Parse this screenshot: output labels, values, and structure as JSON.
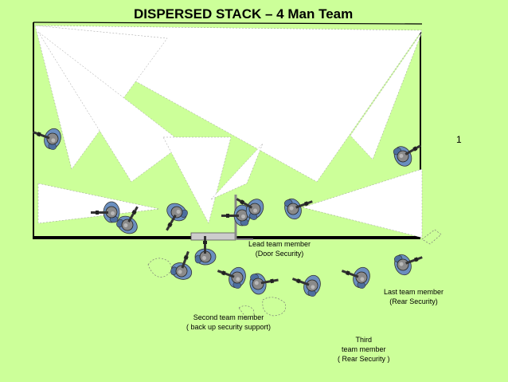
{
  "slide": {
    "title": "DISPERSED STACK – 4 Man Team",
    "page_number": "1"
  },
  "labels": {
    "lead": [
      "Lead team member",
      "(Door Security)"
    ],
    "second": [
      "Second team member",
      "( back up security support)"
    ],
    "third": [
      "Third",
      "team member",
      "( Rear Security )"
    ],
    "last": [
      "Last team member",
      "(Rear Security)"
    ]
  },
  "colors": {
    "background": "#ccff99",
    "soldier_uniform": "#6a8fbf",
    "helmet": "#8a8a8a",
    "wall": "#000000",
    "sector_fill": "#ffffff"
  },
  "icons": [
    "soldier-icon",
    "rifle-icon",
    "door-icon"
  ]
}
